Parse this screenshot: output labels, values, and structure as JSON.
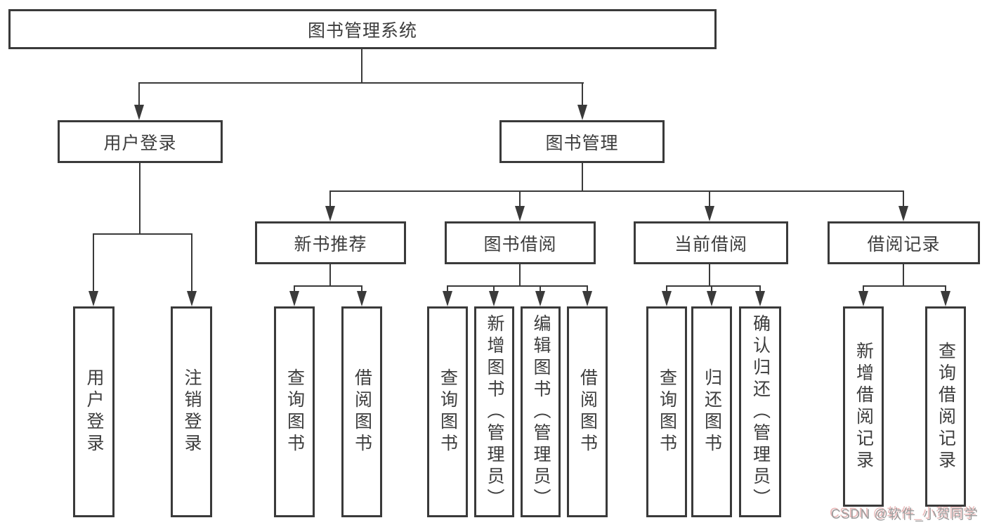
{
  "watermark": "CSDN @软件_小贺同学",
  "colors": {
    "line": "#3a3a3a",
    "text": "#3d3d3d",
    "watermark_gray": "#9b9b9b",
    "watermark_red": "#d77d7d"
  },
  "tree": {
    "label": "图书管理系统",
    "children": [
      {
        "label": "用户登录",
        "children": [
          {
            "label": "用户登录"
          },
          {
            "label": "注销登录"
          }
        ]
      },
      {
        "label": "图书管理",
        "children": [
          {
            "label": "新书推荐",
            "children": [
              {
                "label": "查询图书"
              },
              {
                "label": "借阅图书"
              }
            ]
          },
          {
            "label": "图书借阅",
            "children": [
              {
                "label": "查询图书"
              },
              {
                "label": "新增图书（管理员）"
              },
              {
                "label": "编辑图书（管理员）"
              },
              {
                "label": "借阅图书"
              }
            ]
          },
          {
            "label": "当前借阅",
            "children": [
              {
                "label": "查询图书"
              },
              {
                "label": "归还图书"
              },
              {
                "label": "确认归还（管理员）"
              }
            ]
          },
          {
            "label": "借阅记录",
            "children": [
              {
                "label": "新增借阅记录"
              },
              {
                "label": "查询借阅记录"
              }
            ]
          }
        ]
      }
    ]
  }
}
